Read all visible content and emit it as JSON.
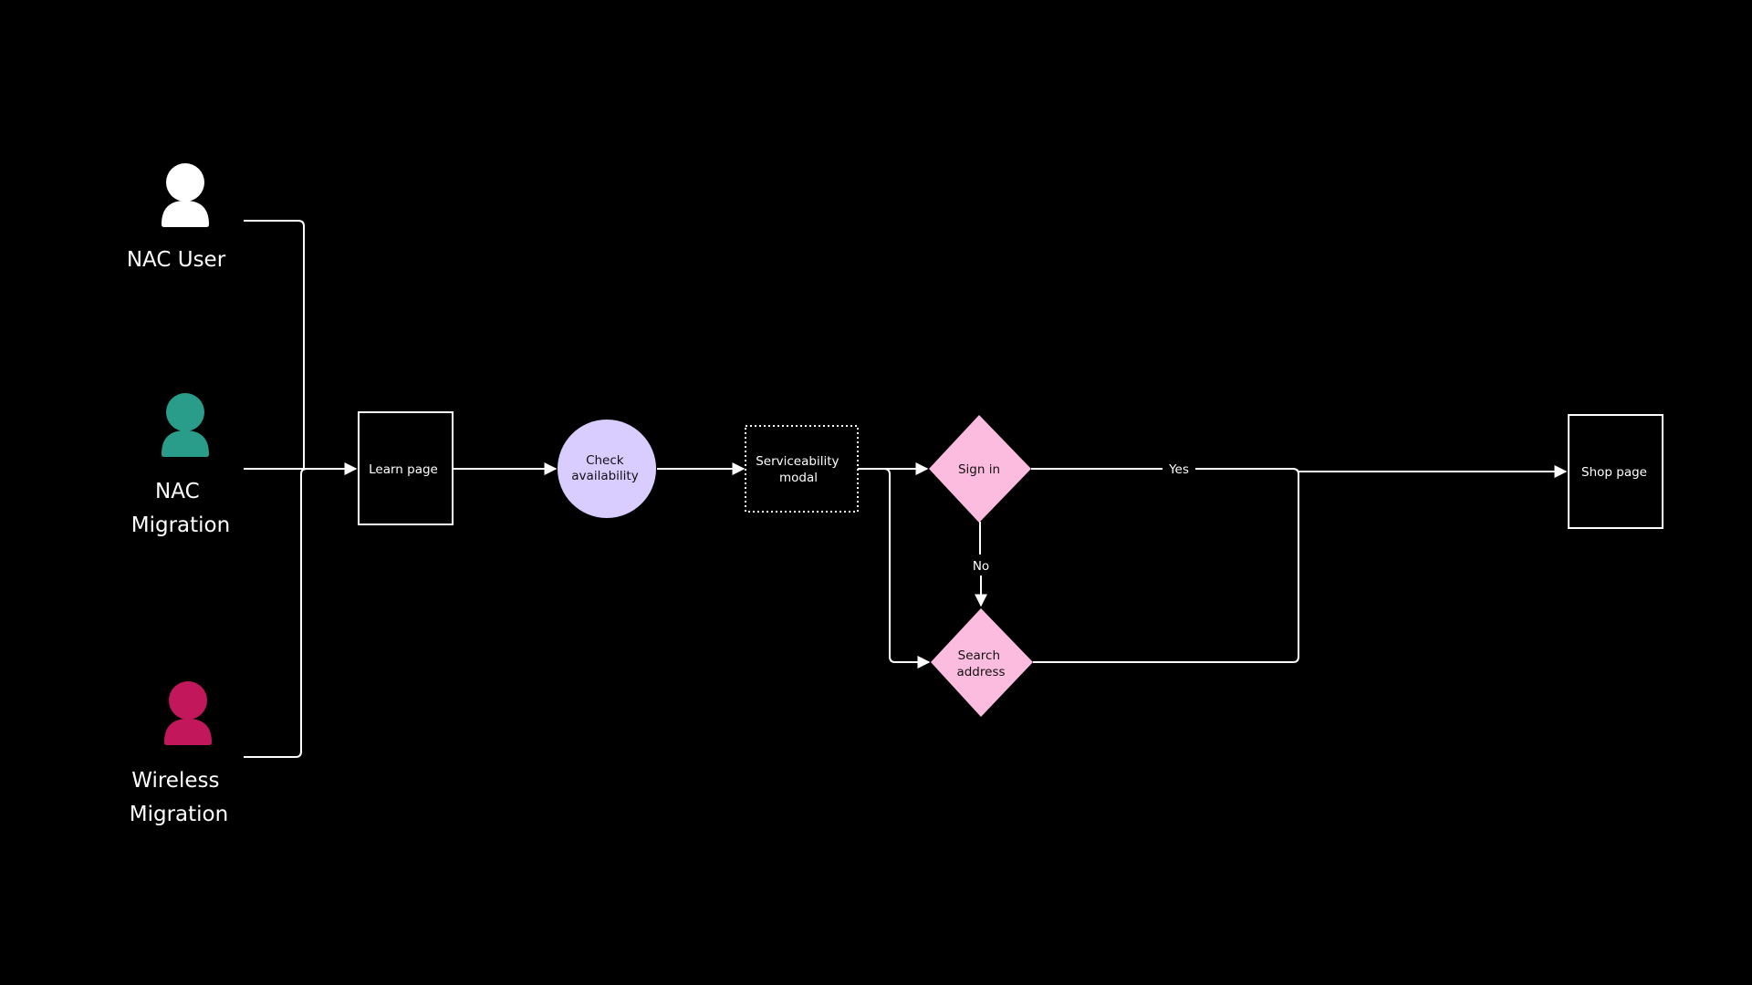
{
  "colors": {
    "background": "#000000",
    "line": "#ffffff",
    "persona_nac_user": "#ffffff",
    "persona_nac_migration": "#2a9d8a",
    "persona_wireless_migration": "#c2185b",
    "check_fill": "#d9ccff",
    "decision_fill": "#fbbcdf"
  },
  "personas": [
    {
      "id": "nac-user",
      "lines": [
        "NAC User"
      ]
    },
    {
      "id": "nac-migration",
      "lines": [
        "NAC",
        "Migration"
      ]
    },
    {
      "id": "wireless-migration",
      "lines": [
        "Wireless",
        "Migration"
      ]
    }
  ],
  "nodes": {
    "learn_page": {
      "lines": [
        "Learn page"
      ]
    },
    "check_availability": {
      "lines": [
        "Check",
        "availability"
      ]
    },
    "serviceability_modal": {
      "lines": [
        "Serviceability",
        "modal"
      ]
    },
    "sign_in": {
      "lines": [
        "Sign in"
      ]
    },
    "search_address": {
      "lines": [
        "Search",
        "address"
      ]
    },
    "shop_page": {
      "lines": [
        "Shop page"
      ]
    }
  },
  "edges": {
    "yes_label": "Yes",
    "no_label": "No"
  }
}
